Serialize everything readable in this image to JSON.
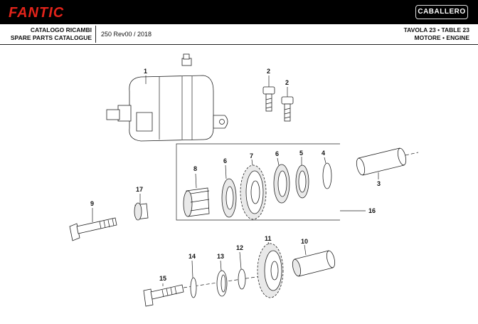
{
  "header": {
    "brand": "FANTIC",
    "model": "CABALLERO",
    "catalogue_it": "CATALOGO RICAMBI",
    "catalogue_en": "SPARE PARTS CATALOGUE",
    "edition": "250 Rev00 / 2018",
    "table_ref": "TAVOLA 23 • TABLE 23",
    "section": "MOTORE • ENGINE"
  },
  "callouts": [
    "1",
    "2",
    "2",
    "3",
    "4",
    "5",
    "6",
    "6",
    "7",
    "8",
    "9",
    "10",
    "11",
    "12",
    "13",
    "14",
    "15",
    "16",
    "17"
  ],
  "colors": {
    "bar": "#000000",
    "brand": "#e2231a"
  }
}
